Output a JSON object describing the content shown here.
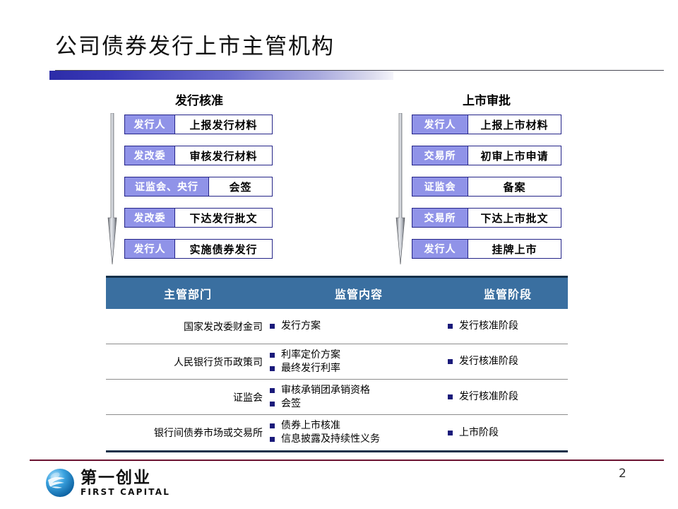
{
  "slide": {
    "title": "公司债券发行上市主管机构",
    "page_number": "2",
    "accent_bar_color": "#2c2ca8",
    "footer_rule_color": "#6b1230"
  },
  "flows": [
    {
      "id": "issuance-approval",
      "heading": "发行核准",
      "arrow_name": "down-arrow-icon",
      "steps": [
        {
          "actor": "发行人",
          "action": "上报发行材料",
          "actor_width": 72,
          "action_width": 138
        },
        {
          "actor": "发改委",
          "action": "审核发行材料",
          "actor_width": 72,
          "action_width": 138
        },
        {
          "actor": "证监会、央行",
          "action": "会签",
          "actor_width": 120,
          "action_width": 90
        },
        {
          "actor": "发改委",
          "action": "下达发行批文",
          "actor_width": 72,
          "action_width": 138
        },
        {
          "actor": "发行人",
          "action": "实施债券发行",
          "actor_width": 72,
          "action_width": 138
        }
      ]
    },
    {
      "id": "listing-approval",
      "heading": "上市审批",
      "arrow_name": "down-arrow-icon",
      "steps": [
        {
          "actor": "发行人",
          "action": "上报上市材料",
          "actor_width": 80,
          "action_width": 132
        },
        {
          "actor": "交易所",
          "action": "初审上市申请",
          "actor_width": 80,
          "action_width": 132
        },
        {
          "actor": "证监会",
          "action": "备案",
          "actor_width": 80,
          "action_width": 132
        },
        {
          "actor": "交易所",
          "action": "下达上市批文",
          "actor_width": 80,
          "action_width": 132
        },
        {
          "actor": "发行人",
          "action": "挂牌上市",
          "actor_width": 80,
          "action_width": 132
        }
      ]
    }
  ],
  "table": {
    "header_bg": "#3a6fa0",
    "bullet_color": "#1a1a7a",
    "columns": [
      "主管部门",
      "监管内容",
      "监管阶段"
    ],
    "rows": [
      {
        "dept": "国家发改委财金司",
        "scope": [
          "发行方案"
        ],
        "stage": [
          "发行核准阶段"
        ]
      },
      {
        "dept": "人民银行货币政策司",
        "scope": [
          "利率定价方案",
          "最终发行利率"
        ],
        "stage": [
          "发行核准阶段"
        ]
      },
      {
        "dept": "证监会",
        "scope": [
          "审核承销团承销资格",
          "会签"
        ],
        "stage": [
          "发行核准阶段"
        ]
      },
      {
        "dept": "银行间债券市场或交易所",
        "scope": [
          "债券上市核准",
          "信息披露及持续性义务"
        ],
        "stage": [
          "上市阶段"
        ]
      }
    ]
  },
  "logo": {
    "name_cn": "第一创业",
    "name_en": "FIRST CAPITAL",
    "globe_color": "#1f86d0"
  }
}
